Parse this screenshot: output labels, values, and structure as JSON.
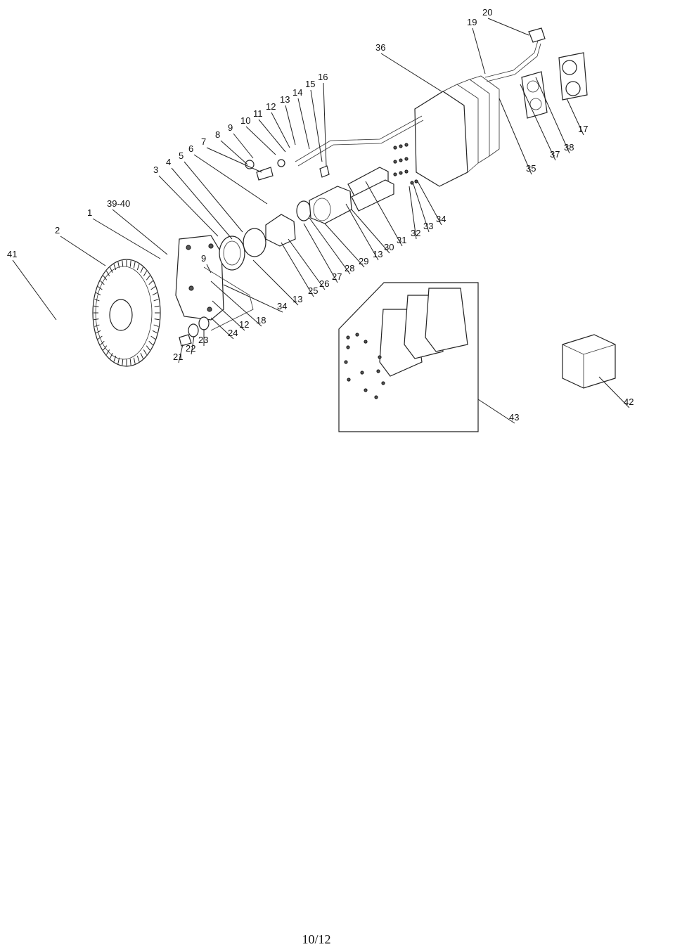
{
  "diagram": {
    "callouts": [
      "1",
      "2",
      "3",
      "4",
      "5",
      "6",
      "7",
      "8",
      "9",
      "10",
      "11",
      "12",
      "13",
      "14",
      "15",
      "16",
      "17",
      "18",
      "19",
      "20",
      "21",
      "22",
      "23",
      "24",
      "25",
      "26",
      "27",
      "28",
      "29",
      "30",
      "31",
      "32",
      "33",
      "34",
      "35",
      "36",
      "37",
      "38",
      "39-40",
      "41",
      "42",
      "43"
    ],
    "extra_labels": {
      "l_13b": "13",
      "l_13c": "13",
      "l_12b": "12",
      "l_34b": "34",
      "l_9b": "9"
    }
  },
  "page": {
    "number": "10/12"
  }
}
